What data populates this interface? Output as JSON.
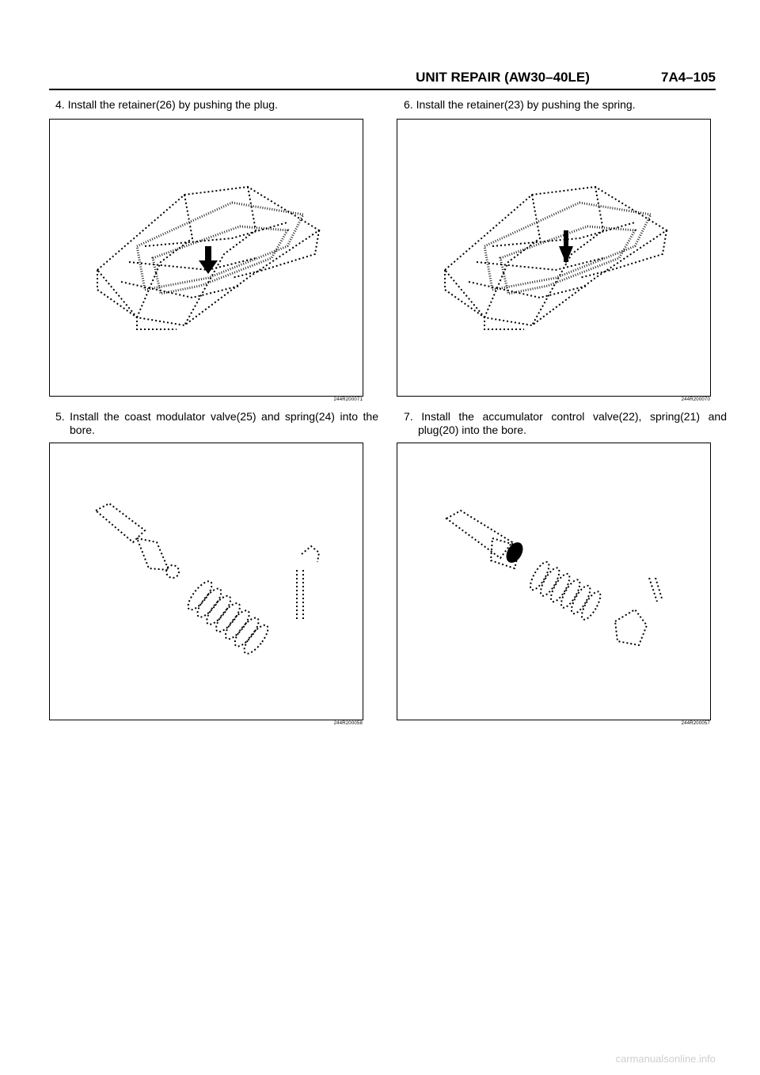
{
  "header": {
    "title": "UNIT REPAIR (AW30–40LE)",
    "page": "7A4–105"
  },
  "steps": [
    {
      "text": "4. Install the retainer(26) by pushing the plug.",
      "figure_code": "244R200071",
      "icon": "valve-body-retainer-illustration"
    },
    {
      "text": "6. Install the retainer(23) by pushing the spring.",
      "figure_code": "244R200070",
      "icon": "valve-body-retainer-illustration"
    },
    {
      "text": "5. Install the coast modulator valve(25) and spring(24) into the bore.",
      "figure_code": "244R200058",
      "icon": "valve-and-spring-illustration"
    },
    {
      "text": "7. Install the accumulator control valve(22), spring(21) and plug(20) into the bore.",
      "figure_code": "244R200057",
      "icon": "valve-spring-plug-illustration"
    }
  ],
  "footer": {
    "watermark": "carmanualsonline.info"
  }
}
